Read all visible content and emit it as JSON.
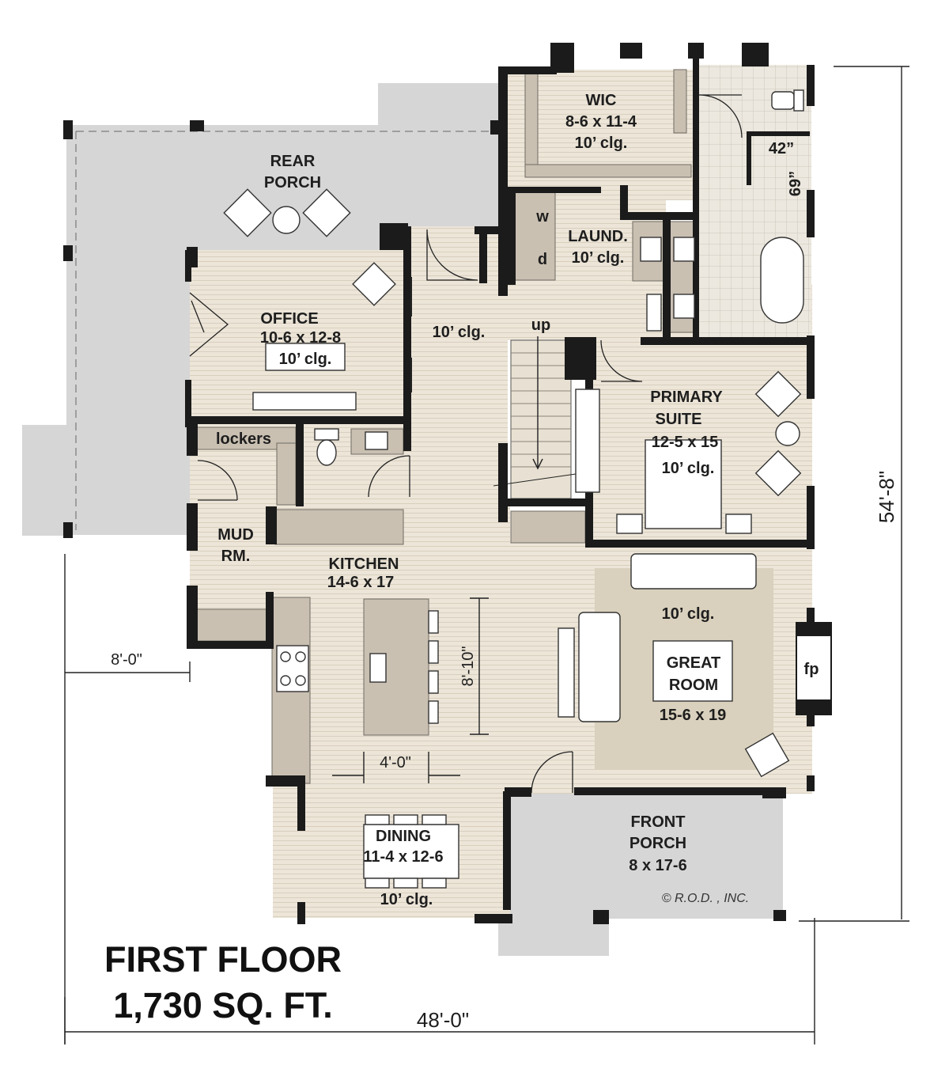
{
  "plan": {
    "title": "FIRST FLOOR",
    "area": "1,730 SQ. FT.",
    "copyright": "© R.O.D. , INC."
  },
  "rooms": {
    "rear_porch": {
      "line1": "REAR",
      "line2": "PORCH"
    },
    "wic": {
      "name": "WIC",
      "size": "8-6 x 11-4",
      "ceiling": "10’ clg."
    },
    "laundry": {
      "name": "LAUND.",
      "ceiling": "10’ clg.",
      "washer": "w",
      "dryer": "d"
    },
    "office": {
      "name": "OFFICE",
      "size": "10-6 x 12-8",
      "ceiling": "10’ clg."
    },
    "hall": {
      "ceiling": "10’ clg.",
      "stairs": "up"
    },
    "primary_suite": {
      "line1": "PRIMARY",
      "line2": "SUITE",
      "size": "12-5 x 15",
      "ceiling": "10’ clg."
    },
    "shower": {
      "width": "42”",
      "depth": "69”"
    },
    "lockers": {
      "name": "lockers"
    },
    "mud_room": {
      "line1": "MUD",
      "line2": "RM."
    },
    "kitchen": {
      "name": "KITCHEN",
      "size": "14-6 x 17"
    },
    "great_room": {
      "line1": "GREAT",
      "line2": "ROOM",
      "size": "15-6  x 19",
      "ceiling": "10’ clg.",
      "fireplace": "fp"
    },
    "dining": {
      "name": "DINING",
      "size": "11-4 x 12-6",
      "ceiling": "10’ clg."
    },
    "front_porch": {
      "line1": "FRONT",
      "line2": "PORCH",
      "size": "8 x 17-6"
    }
  },
  "dimensions": {
    "overall_width": "48'-0\"",
    "overall_depth": "54'-8\"",
    "porch_offset": "8'-0\"",
    "island_length": "8'-10\"",
    "aisle_width": "4'-0\""
  }
}
